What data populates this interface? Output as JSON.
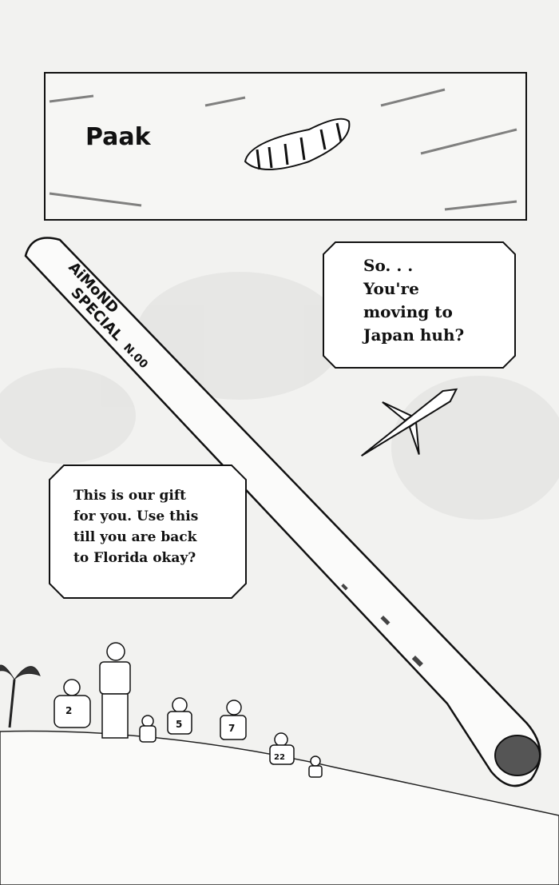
{
  "panel_top": {
    "sound_effect": "Paak"
  },
  "bat": {
    "brand_line1": "AiMoND",
    "brand_line2": "SPECIAL",
    "model": "N.00"
  },
  "bubbles": {
    "question": [
      "So. . .",
      "You're",
      "moving to",
      "Japan huh?"
    ],
    "gift": [
      "This is our gift",
      "for you. Use this",
      "till you are back",
      "to Florida okay?"
    ]
  },
  "jerseys": [
    "2",
    "5",
    "7",
    "22"
  ]
}
